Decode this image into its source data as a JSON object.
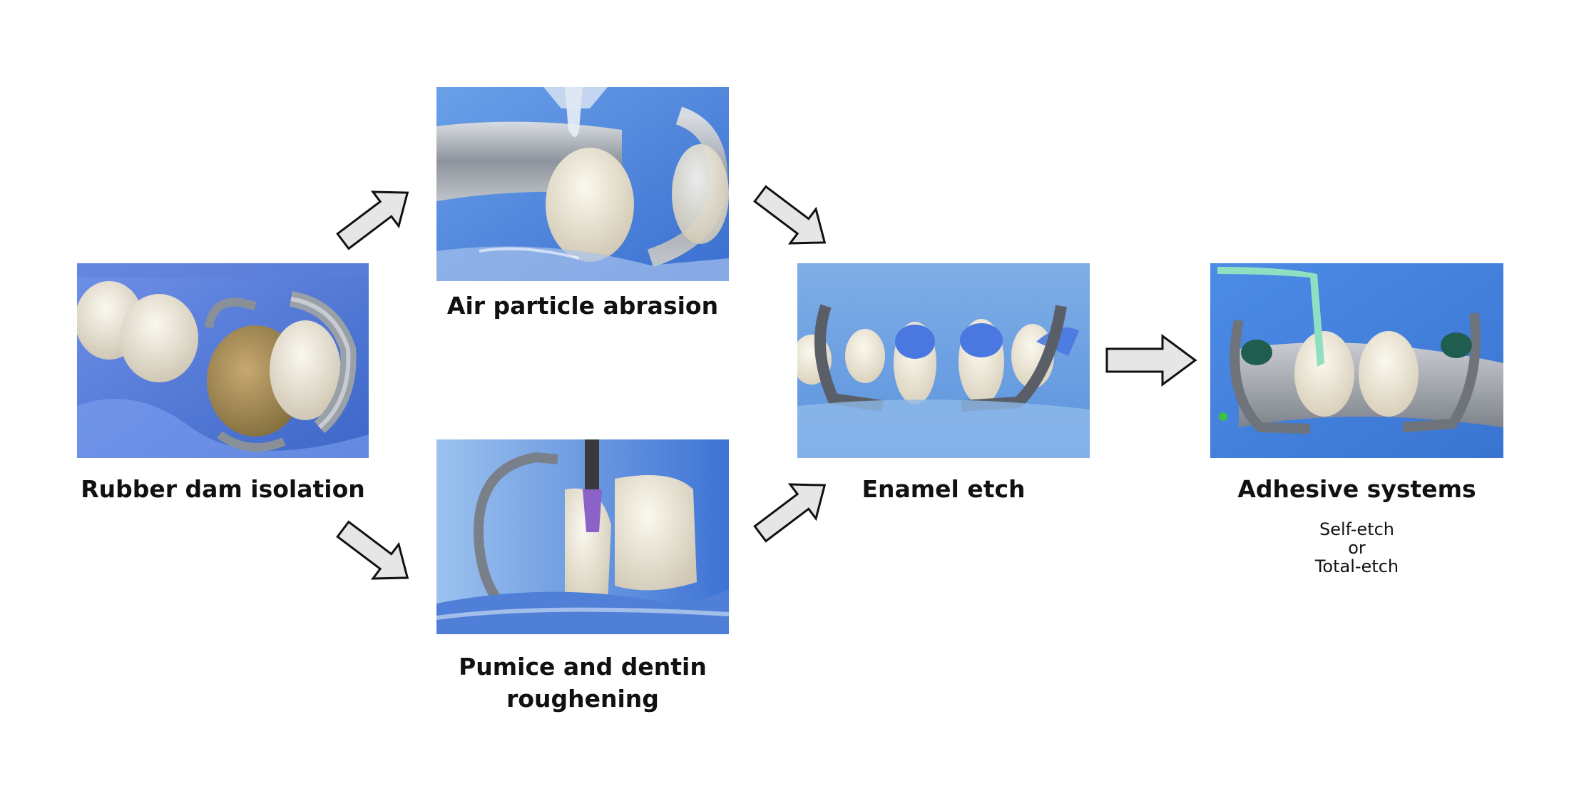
{
  "steps": {
    "rubber_dam": {
      "title": "Rubber dam isolation"
    },
    "air_abrasion": {
      "title": "Air particle abrasion"
    },
    "pumice": {
      "title_line1": "Pumice and dentin",
      "title_line2": "roughening"
    },
    "enamel_etch": {
      "title": "Enamel etch"
    },
    "adhesive": {
      "title": "Adhesive systems",
      "options": [
        "Self-etch",
        "or",
        "Total-etch"
      ]
    }
  },
  "colors": {
    "arrow_fill": "#e6e6e6",
    "arrow_stroke": "#111111",
    "photo_blue": "#4f86d6",
    "metal": "#9aa0a8",
    "tooth": "#efe8da"
  }
}
